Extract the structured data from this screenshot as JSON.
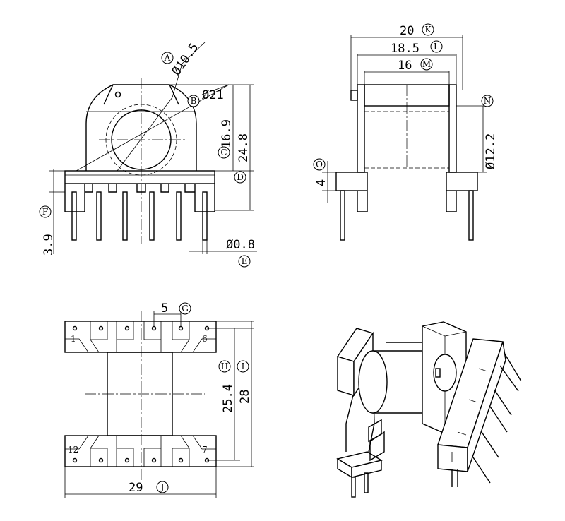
{
  "labels": {
    "A": "A",
    "B": "B",
    "C": "C",
    "D": "D",
    "E": "E",
    "F": "F",
    "G": "G",
    "H": "H",
    "I": "I",
    "J": "J",
    "K": "K",
    "L": "L",
    "M": "M",
    "N": "N",
    "O": "O"
  },
  "dims": {
    "a": "Ø10.5",
    "b": "Ø21",
    "c": "16.9",
    "d": "24.8",
    "e": "Ø0.8",
    "f": "3.9",
    "g": "5",
    "h": "25.4",
    "i": "28",
    "j": "29",
    "k": "20",
    "l": "18.5",
    "m": "16",
    "n": "Ø12.2",
    "o": "4"
  },
  "pins": {
    "p1": "1",
    "p6": "6",
    "p12": "12",
    "p7": "7"
  }
}
